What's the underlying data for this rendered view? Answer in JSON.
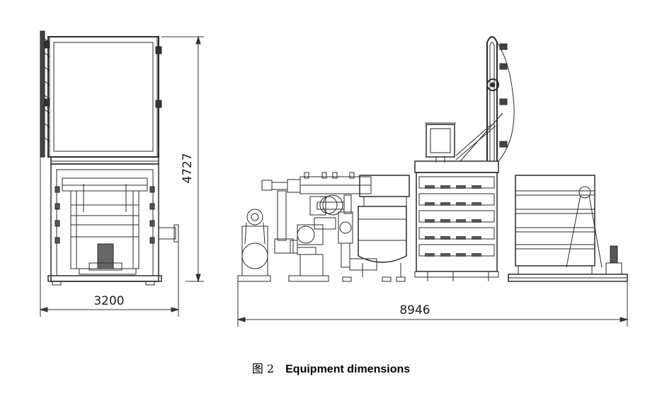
{
  "dimensions": {
    "width_left": "3200",
    "height_left": "4727",
    "length_right": "8946"
  },
  "caption": {
    "figure_label": "图 2",
    "title": "Equipment dimensions"
  }
}
